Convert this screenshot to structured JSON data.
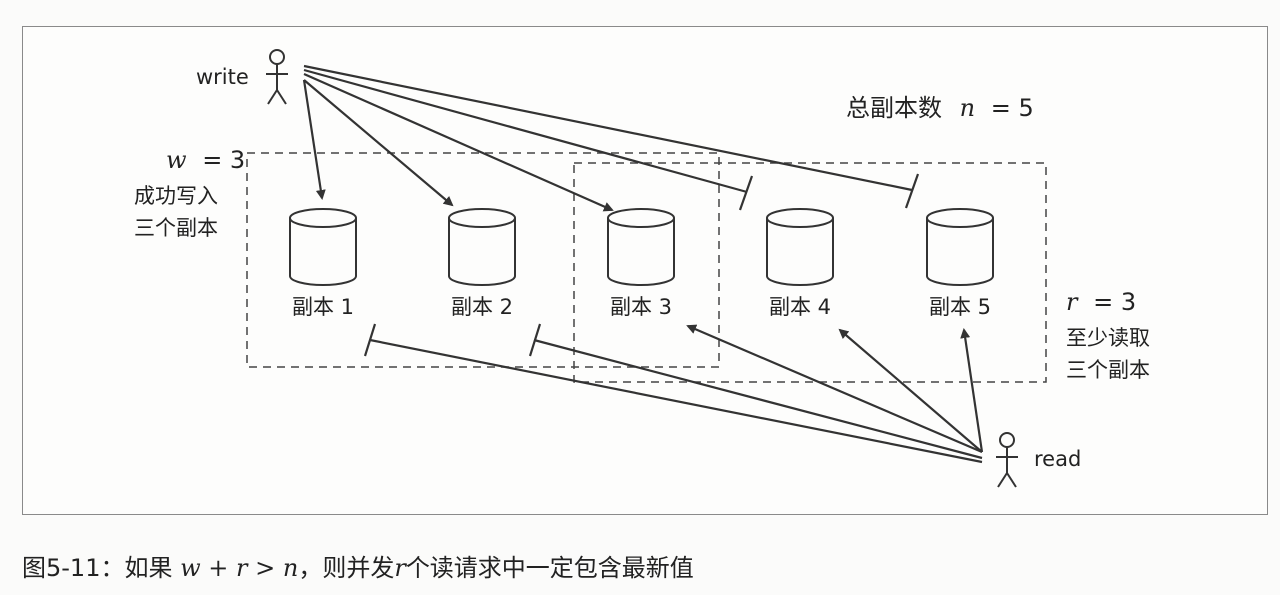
{
  "diagram": {
    "writer_label": "write",
    "reader_label": "read",
    "total_label": "总副本数",
    "total_var": "n",
    "total_eq": "= 5",
    "w_var": "w",
    "w_eq": "= 3",
    "w_desc_line1": "成功写入",
    "w_desc_line2": "三个副本",
    "r_var": "r",
    "r_eq": "= 3",
    "r_desc_line1": "至少读取",
    "r_desc_line2": "三个副本",
    "replicas": [
      "副本 1",
      "副本 2",
      "副本 3",
      "副本 4",
      "副本 5"
    ]
  },
  "caption": {
    "prefix": "图5-11：如果",
    "math": "w + r > n",
    "mid": "，则并发",
    "r_symbol": "r",
    "suffix": "个读请求中一定包含最新值"
  }
}
